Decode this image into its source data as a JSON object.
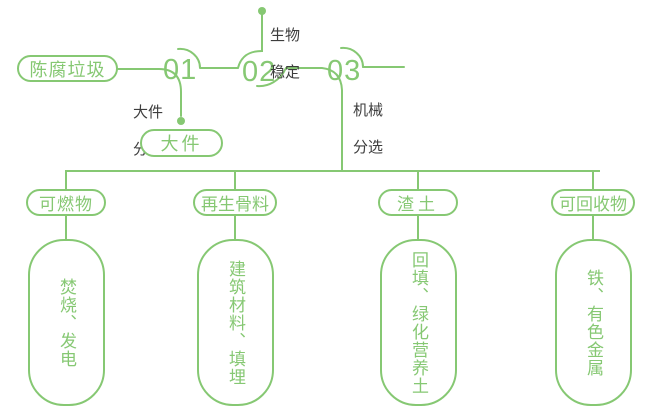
{
  "colors": {
    "accent_green": "#86C873",
    "label_dark": "#3D3D3D",
    "background": "#FFFFFF"
  },
  "flow": {
    "source_label": "陈腐垃圾",
    "steps": [
      {
        "number": "01",
        "process_lines": [
          "大件",
          "分选"
        ]
      },
      {
        "number": "02",
        "process_lines": [
          "生物",
          "稳定"
        ]
      },
      {
        "number": "03",
        "process_lines": [
          "机械",
          "分选"
        ]
      }
    ],
    "bulky_output_label": "大件"
  },
  "branches": [
    {
      "category": "可燃物",
      "output": "焚烧、发电"
    },
    {
      "category": "再生骨料",
      "output": "建筑材料、填埋"
    },
    {
      "category": "渣土",
      "output": "回填、绿化营养土"
    },
    {
      "category": "可回收物",
      "output": "铁、有色金属"
    }
  ]
}
